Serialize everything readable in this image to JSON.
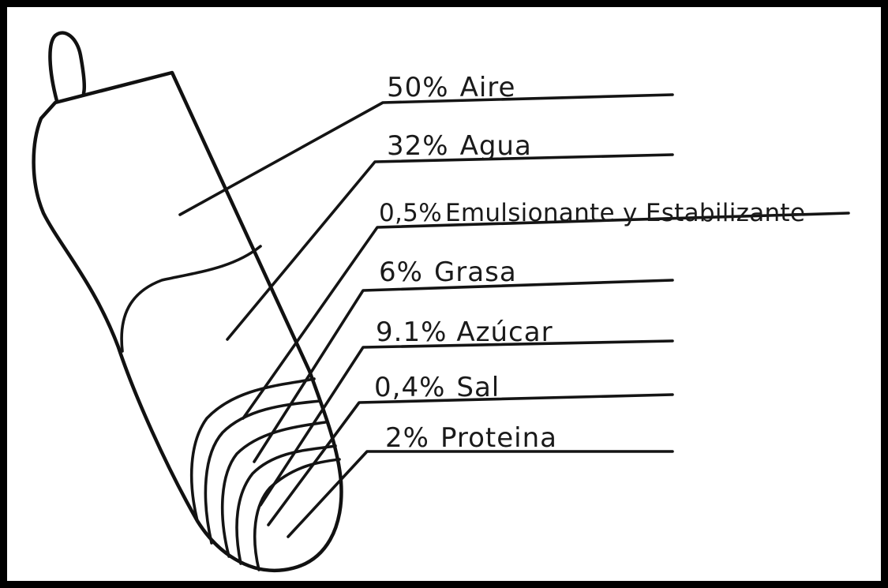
{
  "diagram": {
    "components": [
      {
        "id": "aire",
        "percent": "50%",
        "name": "Aire"
      },
      {
        "id": "agua",
        "percent": "32%",
        "name": "Agua"
      },
      {
        "id": "emulsionante",
        "percent": "0,5%",
        "name": "Emulsionante y Estabilizante"
      },
      {
        "id": "grasa",
        "percent": "6%",
        "name": "Grasa"
      },
      {
        "id": "azucar",
        "percent": "9.1%",
        "name": "Azúcar"
      },
      {
        "id": "sal",
        "percent": "0,4%",
        "name": "Sal"
      },
      {
        "id": "proteina",
        "percent": "2%",
        "name": "Proteina"
      }
    ]
  },
  "colors": {
    "ink": "#111111",
    "paper": "#ffffff",
    "frame": "#000000"
  }
}
